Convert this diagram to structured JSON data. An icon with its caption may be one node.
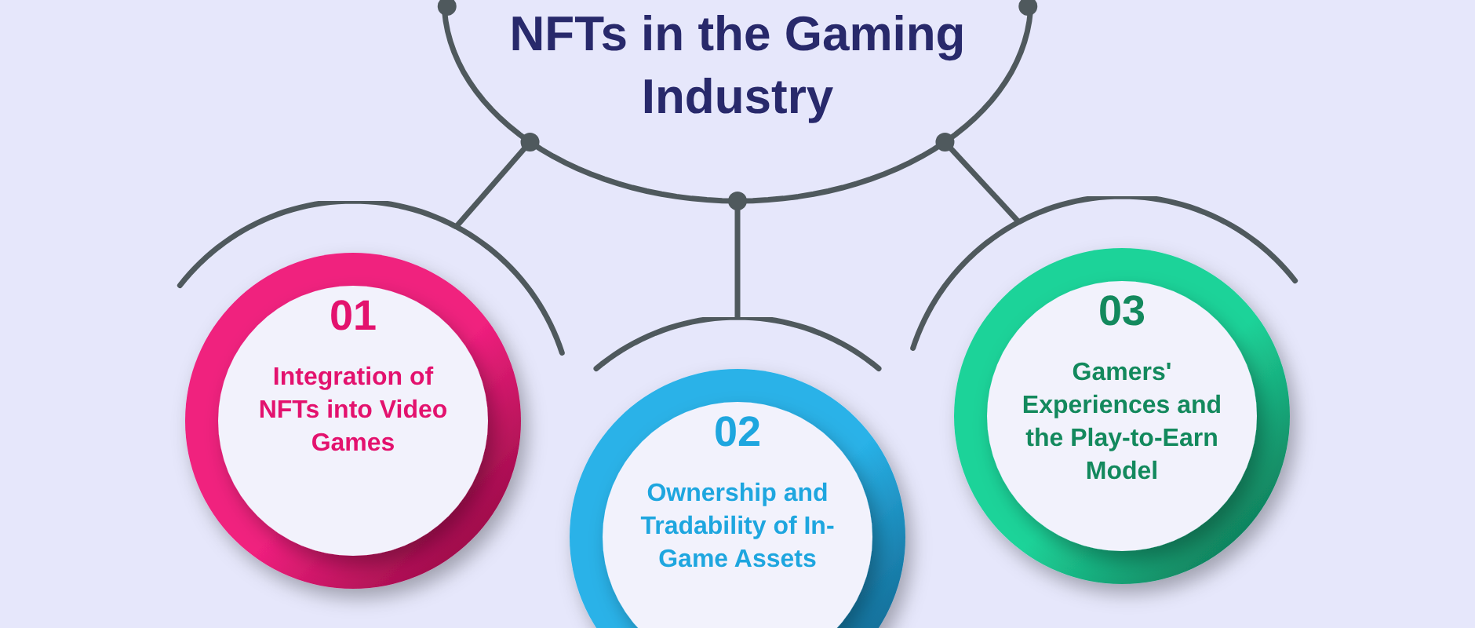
{
  "diagram": {
    "nodes": [
      {
        "text": [
          "NFTs in the Gaming Industry"
        ]
      },
      {
        "text": [
          "01",
          "Integration of NFTs into Video Games"
        ]
      },
      {
        "text": [
          "02",
          "Ownership and Tradability of In-Game Assets"
        ]
      },
      {
        "text": [
          "03",
          "Gamers' Experiences and the Play-to-Earn Model"
        ]
      }
    ],
    "edges": [
      {
        "from": 0,
        "to": 1,
        "arrow": "none"
      },
      {
        "from": 0,
        "to": 2,
        "arrow": "none"
      },
      {
        "from": 0,
        "to": 3,
        "arrow": "none"
      }
    ]
  }
}
